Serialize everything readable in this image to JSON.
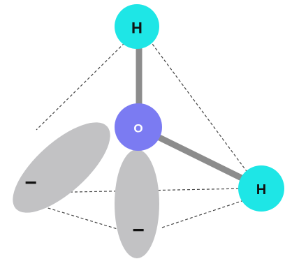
{
  "molecule": {
    "atoms": [
      {
        "id": "h-top",
        "symbol": "H",
        "color": "#1ee6e6"
      },
      {
        "id": "oxygen",
        "symbol": "O",
        "color": "#7b7bf2"
      },
      {
        "id": "h-right",
        "symbol": "H",
        "color": "#1ee6e6"
      }
    ],
    "lone_pairs": [
      {
        "id": "lone-pair-left",
        "charge": "−",
        "color": "#c2c2c4"
      },
      {
        "id": "lone-pair-bottom",
        "charge": "−",
        "color": "#c2c2c4"
      }
    ],
    "colors": {
      "bond": "#8c8c8c",
      "edge": "#444444",
      "label_dark": "#111111",
      "label_light": "#ffffff"
    }
  }
}
